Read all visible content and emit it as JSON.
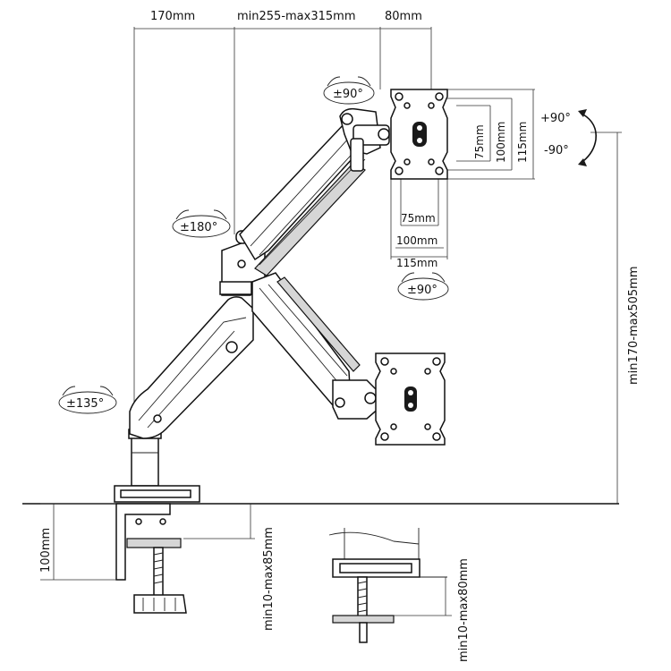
{
  "dimensions": {
    "top": {
      "base_to_joint": "170mm",
      "arm_length": "min255-max315mm",
      "head_offset": "80mm"
    },
    "vesa_vertical": {
      "small": "75mm",
      "medium": "100mm",
      "large": "115mm"
    },
    "vesa_horizontal": {
      "small": "75mm",
      "medium": "100mm",
      "large": "115mm"
    },
    "height_range": "min170-max505mm",
    "clamp_height": "100mm",
    "clamp_range": "min10-max85mm",
    "grommet_range": "min10-max80mm"
  },
  "rotations": {
    "tilt_top": "±90°",
    "arm_joint": "±180°",
    "base_joint": "±135°",
    "swivel_lower": "±90°",
    "tilt_plus": "+90°",
    "tilt_minus": "-90°"
  },
  "colors": {
    "line": "#111111",
    "shade": "#d6d6d6"
  }
}
